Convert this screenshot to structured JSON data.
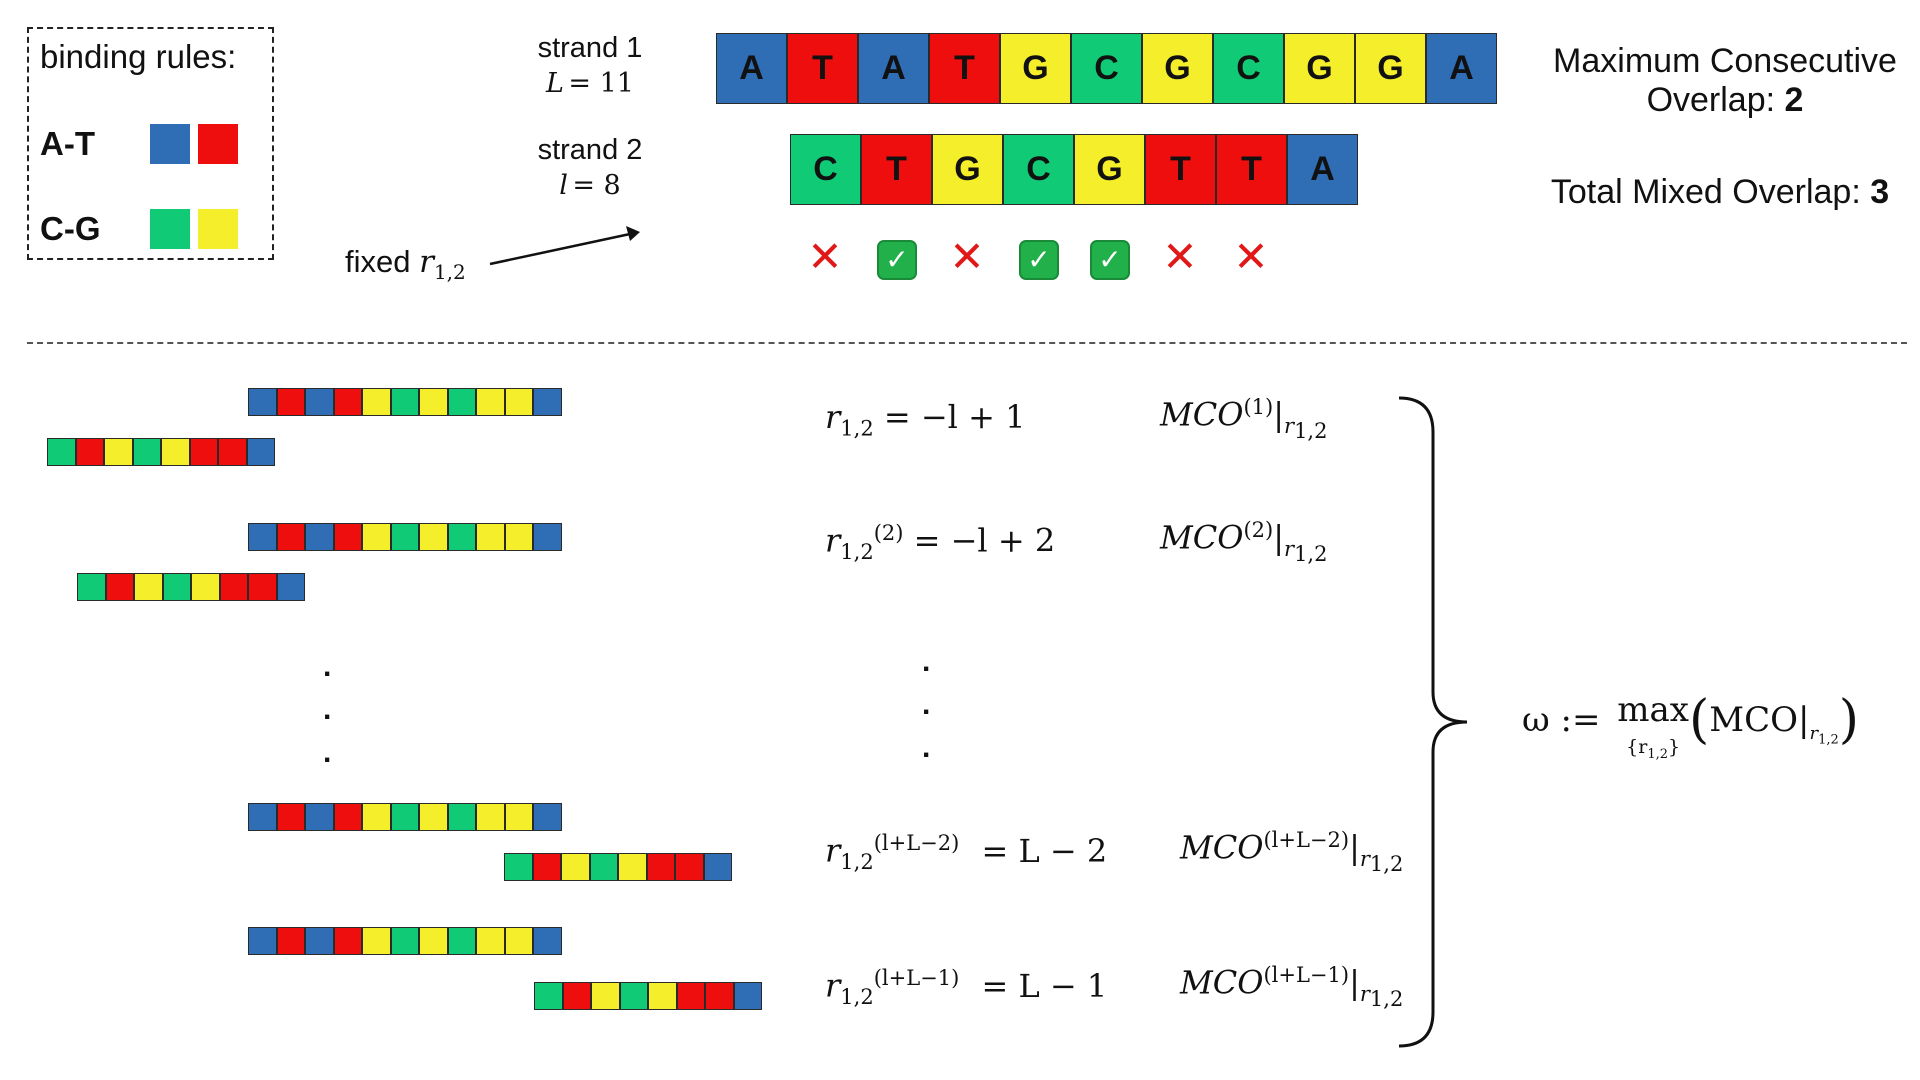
{
  "legend": {
    "title": "binding rules:",
    "rules": [
      {
        "label": "A-T",
        "colors": [
          "#2f6eb5",
          "#ee0e0e"
        ]
      },
      {
        "label": "C-G",
        "colors": [
          "#10ca75",
          "#f5ee2a"
        ]
      }
    ]
  },
  "colors": {
    "A": "#2f6eb5",
    "T": "#ee0e0e",
    "C": "#10ca75",
    "G": "#f5ee2a"
  },
  "strand1": {
    "label": "strand 1",
    "len_var": "L",
    "len_val": "= 11",
    "sequence": [
      "A",
      "T",
      "A",
      "T",
      "G",
      "C",
      "G",
      "C",
      "G",
      "G",
      "A"
    ]
  },
  "strand2": {
    "label": "strand 2",
    "len_var": "l",
    "len_val": "= 8",
    "sequence": [
      "C",
      "T",
      "G",
      "C",
      "G",
      "T",
      "T",
      "A"
    ]
  },
  "match_marks": [
    "x",
    "ok",
    "x",
    "ok",
    "ok",
    "x",
    "x"
  ],
  "fixed_label": {
    "text": "fixed",
    "var": "r",
    "sub": "1,2"
  },
  "info": {
    "mco_label_line1": "Maximum Consecutive",
    "mco_label_line2": "Overlap: ",
    "mco_value": "2",
    "tmo_label": "Total Mixed Overlap: ",
    "tmo_value": "3"
  },
  "equations": [
    {
      "lhs": "r",
      "lhs_sub": "1,2",
      "lhs_sup": "",
      "rhs": "= −l + 1",
      "mco_sup": "(1)"
    },
    {
      "lhs": "r",
      "lhs_sub": "1,2",
      "lhs_sup": "(2)",
      "rhs": "= −l + 2",
      "mco_sup": "(2)"
    },
    {
      "lhs": "r",
      "lhs_sub": "1,2",
      "lhs_sup": "(l+L−2)",
      "rhs": "= L − 2",
      "mco_sup": "(l+L−2)"
    },
    {
      "lhs": "r",
      "lhs_sub": "1,2",
      "lhs_sup": "(l+L−1)",
      "rhs": "= L − 1",
      "mco_sup": "(l+L−1)"
    }
  ],
  "mco_symbol": "MCO",
  "mco_eval_sub": "r",
  "mco_eval_subsub": "1,2",
  "omega": {
    "lhs": "ω :=",
    "op": "max",
    "op_sub": "{r",
    "op_sub_sub": "1,2",
    "op_sub_end": "}",
    "arg": "MCO",
    "arg_sub": "r",
    "arg_sub_sub": "1,2"
  }
}
